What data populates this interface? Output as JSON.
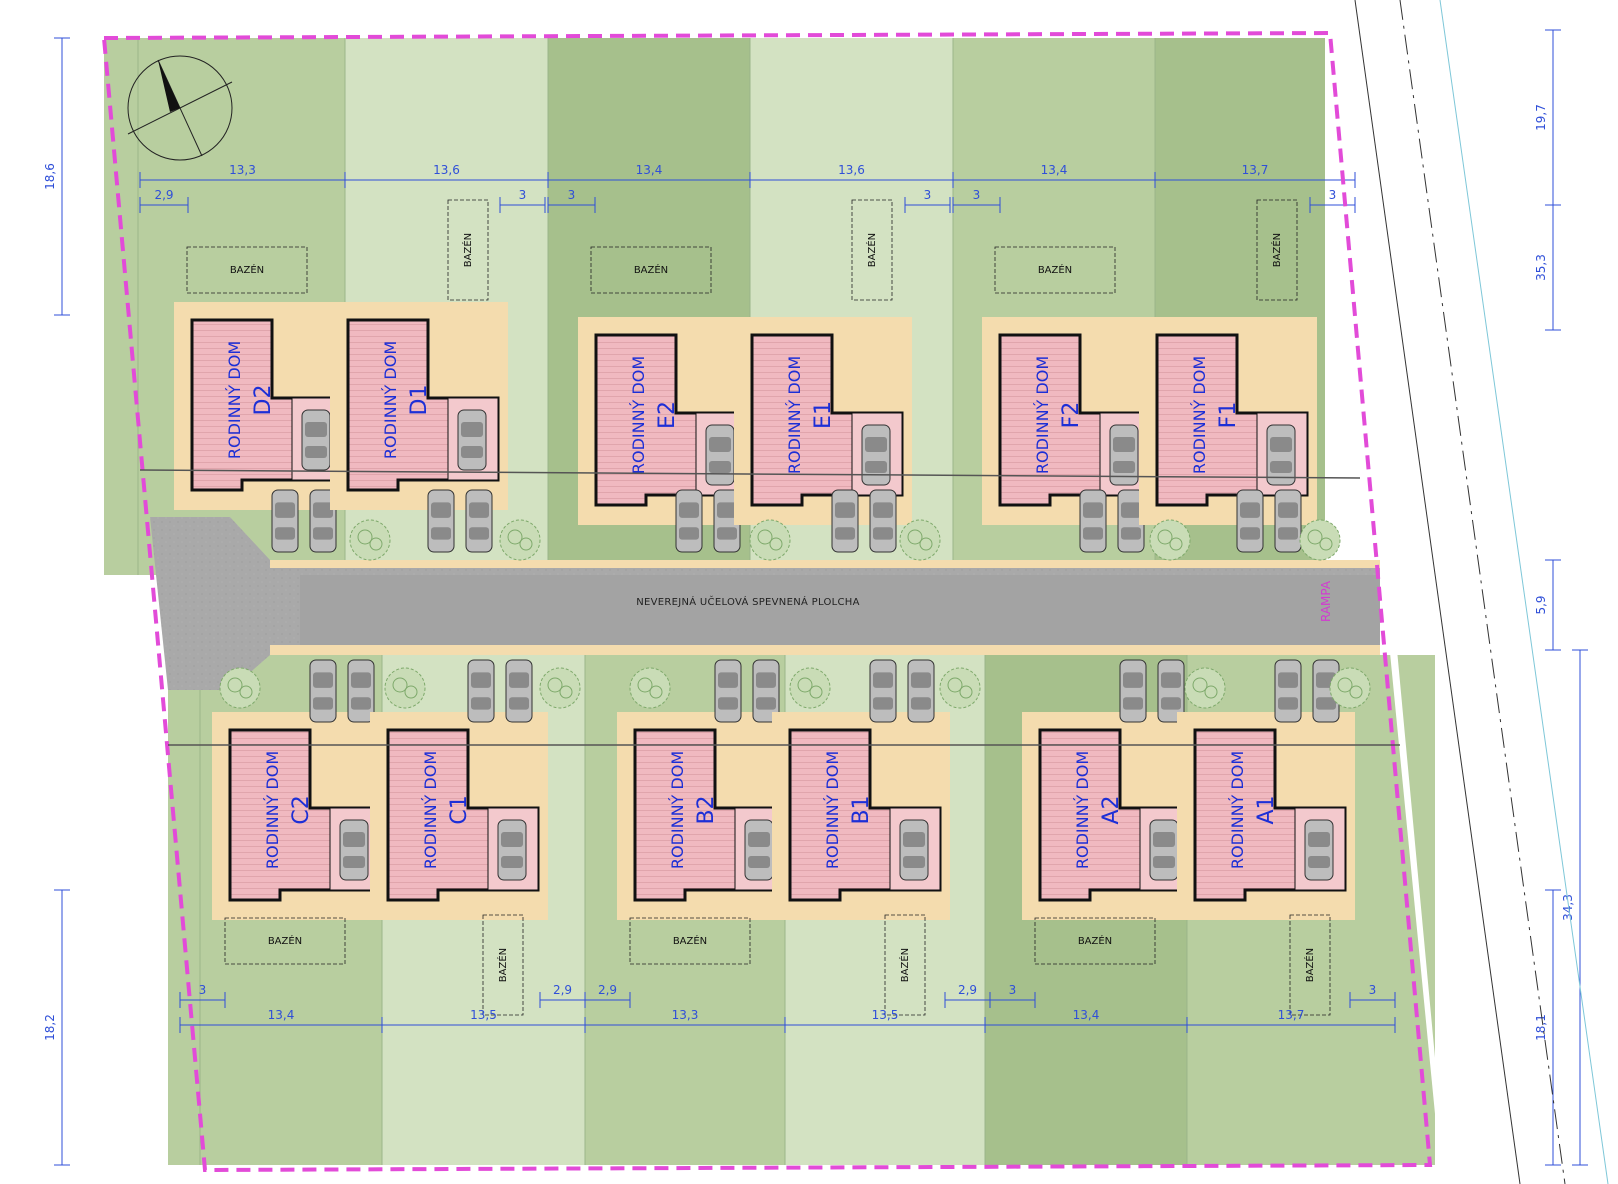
{
  "colors": {
    "boundary": "#e24bd8",
    "dim_line": "#2f4fd8",
    "house_fill": "#f0b9c0",
    "paving": "#f4dcae",
    "road": "#a9a9a9",
    "plot_dark": "#a6c08c",
    "plot_light": "#d3e2c2",
    "plot_mid": "#b8ce9f"
  },
  "road_label": "NEVEREJNÁ UČELOVÁ SPEVNENÁ PLOLCHA",
  "ramp_label": "RAMPA",
  "pool_label": "BAZÉN",
  "house_prefix": "RODINNÝ DOM",
  "houses_top": [
    "D2",
    "D1",
    "E2",
    "E1",
    "F2",
    "F1"
  ],
  "houses_bottom": [
    "C2",
    "C1",
    "B2",
    "B1",
    "A2",
    "A1"
  ],
  "dims_top": [
    "13,3",
    "13,6",
    "13,4",
    "13,6",
    "13,4",
    "13,7"
  ],
  "dims_bottom": [
    "13,4",
    "13,5",
    "13,3",
    "13,5",
    "13,4",
    "13,7"
  ],
  "setbacks_top": [
    "2,9",
    "3",
    "3",
    "3",
    "3",
    "3"
  ],
  "setbacks_bottom": [
    "3",
    "2,9",
    "2,9",
    "2,9",
    "3",
    "3"
  ],
  "dims_left": [
    "18,6",
    "18,2"
  ],
  "dims_right": [
    "19,7",
    "35,3",
    "5,9",
    "34,3",
    "18,1"
  ],
  "icons": [
    "north-arrow-icon",
    "car-icon",
    "tree-icon"
  ]
}
